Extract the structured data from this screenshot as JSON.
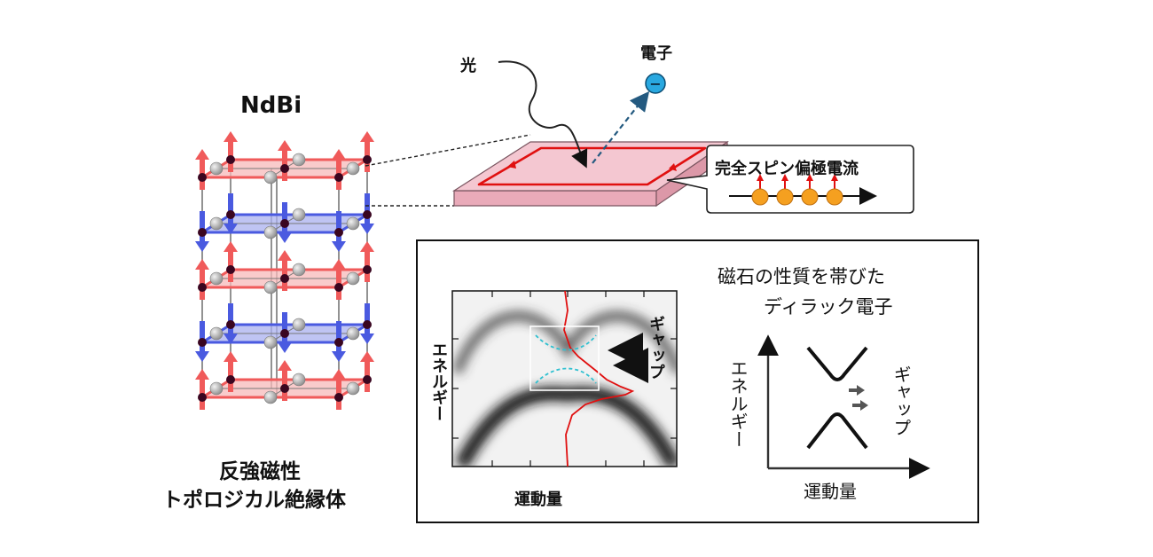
{
  "title": "NdBi",
  "crystal": {
    "caption_line1": "反強磁性",
    "caption_line2": "トポロジカル絶縁体"
  },
  "experiment": {
    "light_label": "光",
    "electron_label": "電子",
    "electron_symbol": "−",
    "spin_current_label": "完全スピン偏極電流"
  },
  "arpes": {
    "ylabel": "エネルギー",
    "xlabel": "運動量",
    "gap_label": "ギャップ"
  },
  "schematic": {
    "title_line1": "磁石の性質を帯びた",
    "title_line2": "ディラック電子",
    "ylabel": "エネルギー",
    "xlabel": "運動量",
    "gap_label": "ギャップ"
  },
  "colors": {
    "red_spin": "#f05a5a",
    "blue_spin": "#4a5ae0",
    "slab": "#f2c4cf",
    "edge_current": "#e01010",
    "electron": "#29a8e0",
    "spin_ball": "#f5a020",
    "dirac_dashed": "#30c0d0"
  }
}
